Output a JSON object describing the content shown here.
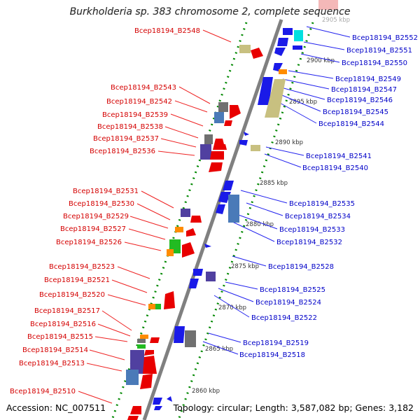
{
  "title": "Burkholderia sp. 383 chromosome 2, complete sequence",
  "footer": {
    "accession": "Accession: NC_007511",
    "summary": "Topology: circular; Length: 3,587,082 bp; Genes: 3,182"
  },
  "colors": {
    "forward_label": "#d40000",
    "reverse_label": "#0000c8",
    "backbone": "#808080",
    "ticks": "#008800",
    "gene_red": "#e80000",
    "gene_blue": "#1a1ae8",
    "gene_khaki": "#c8c080",
    "gene_gray": "#707070",
    "gene_steelblue": "#4a7ab8",
    "gene_purple": "#5040a0",
    "gene_orange": "#ff8c00",
    "gene_green": "#22bb22",
    "gene_cyan": "#00e0e0"
  },
  "scale_labels": [
    "2905 kbp",
    "2900 kbp",
    "2895 kbp",
    "2890 kbp",
    "2885 kbp",
    "2880 kbp",
    "2875 kbp",
    "2870 kbp",
    "2865 kbp",
    "2860 kbp"
  ],
  "forward_labels": [
    "Bcep18194_B2548",
    "Bcep18194_B2543",
    "Bcep18194_B2542",
    "Bcep18194_B2539",
    "Bcep18194_B2538",
    "Bcep18194_B2537",
    "Bcep18194_B2536",
    "Bcep18194_B2531",
    "Bcep18194_B2530",
    "Bcep18194_B2529",
    "Bcep18194_B2527",
    "Bcep18194_B2526",
    "Bcep18194_B2523",
    "Bcep18194_B2521",
    "Bcep18194_B2520",
    "Bcep18194_B2517",
    "Bcep18194_B2516",
    "Bcep18194_B2515",
    "Bcep18194_B2514",
    "Bcep18194_B2513",
    "Bcep18194_B2510"
  ],
  "reverse_labels": [
    "Bcep18194_B2552",
    "Bcep18194_B2551",
    "Bcep18194_B2550",
    "Bcep18194_B2549",
    "Bcep18194_B2547",
    "Bcep18194_B2546",
    "Bcep18194_B2545",
    "Bcep18194_B2544",
    "Bcep18194_B2541",
    "Bcep18194_B2540",
    "Bcep18194_B2535",
    "Bcep18194_B2534",
    "Bcep18194_B2533",
    "Bcep18194_B2532",
    "Bcep18194_B2528",
    "Bcep18194_B2525",
    "Bcep18194_B2524",
    "Bcep18194_B2522",
    "Bcep18194_B2519",
    "Bcep18194_B2518"
  ]
}
